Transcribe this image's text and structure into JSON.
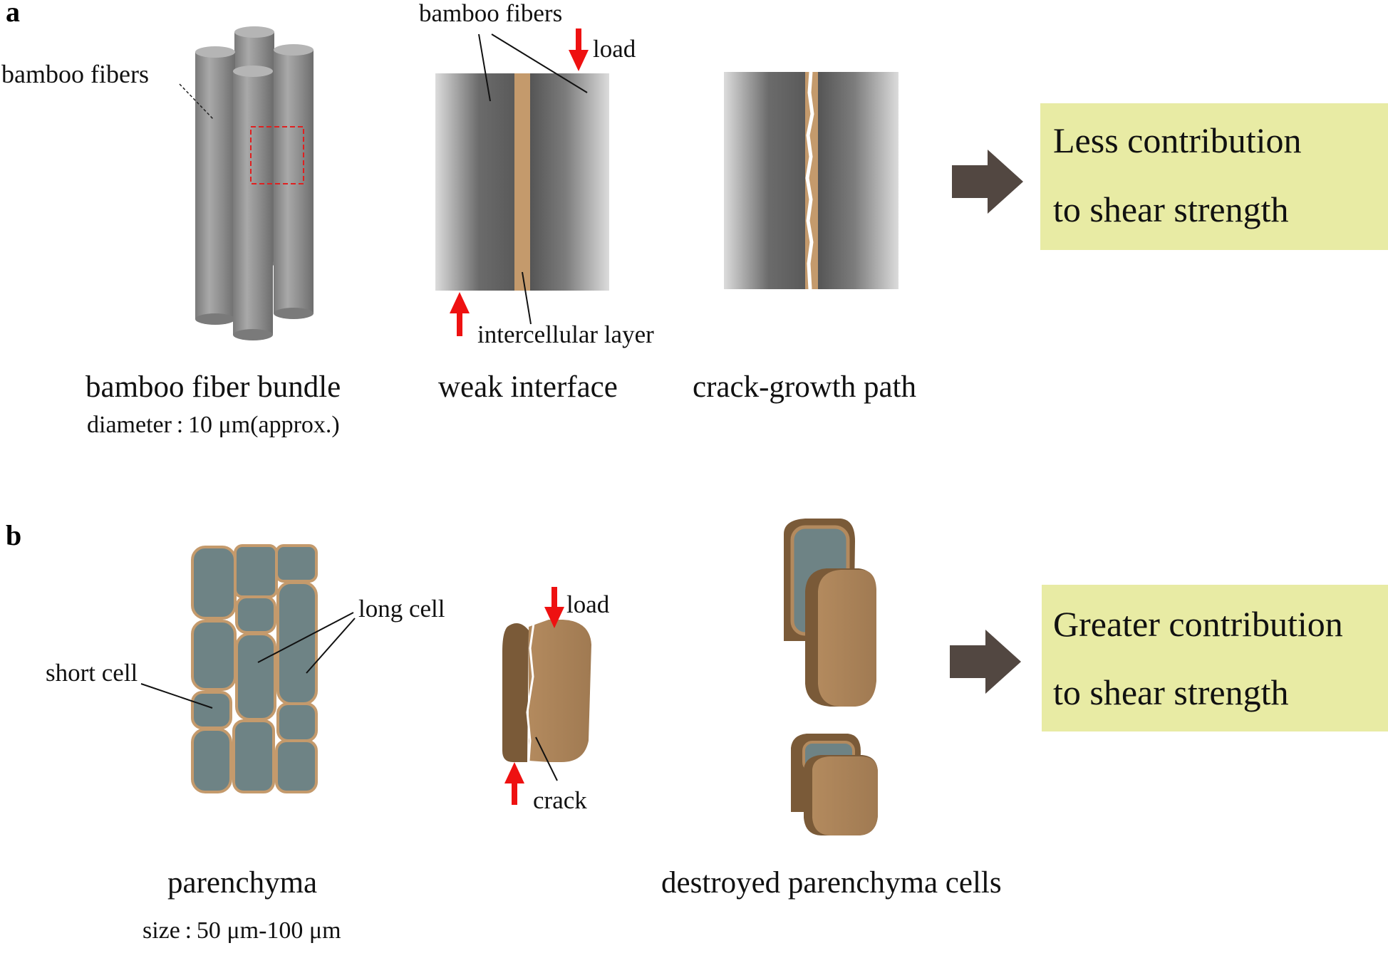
{
  "panel_a": {
    "letter": "a",
    "fiber_bundle": {
      "fibers_label": "bamboo fibers",
      "caption": "bamboo fiber bundle",
      "size_note": "diameter : 10 μm(approx.)"
    },
    "weak_interface": {
      "fibers_label": "bamboo fibers",
      "load_label": "load",
      "layer_label": "intercellular layer",
      "caption": "weak interface"
    },
    "crack_growth": {
      "caption": "crack-growth path"
    },
    "result_box": {
      "line1": "Less contribution",
      "line2": "to shear strength"
    }
  },
  "panel_b": {
    "letter": "b",
    "parenchyma": {
      "long_cell_label": "long cell",
      "short_cell_label": "short cell",
      "caption": "parenchyma",
      "size_note": "size : 50 μm-100 μm"
    },
    "loaded_cell": {
      "load_label": "load",
      "crack_label": "crack"
    },
    "destroyed": {
      "caption": "destroyed parenchyma cells"
    },
    "result_box": {
      "line1": "Greater contribution",
      "line2": "to shear strength"
    }
  },
  "colors": {
    "fiber_grey": "#8c8c8c",
    "intercellular_tan": "#c49a6c",
    "cell_fill": "#6e8385",
    "cell_wall": "#c49a6c",
    "load_arrow": "#ee1111",
    "result_arrow": "#524741",
    "result_box": "#e8eba4"
  }
}
